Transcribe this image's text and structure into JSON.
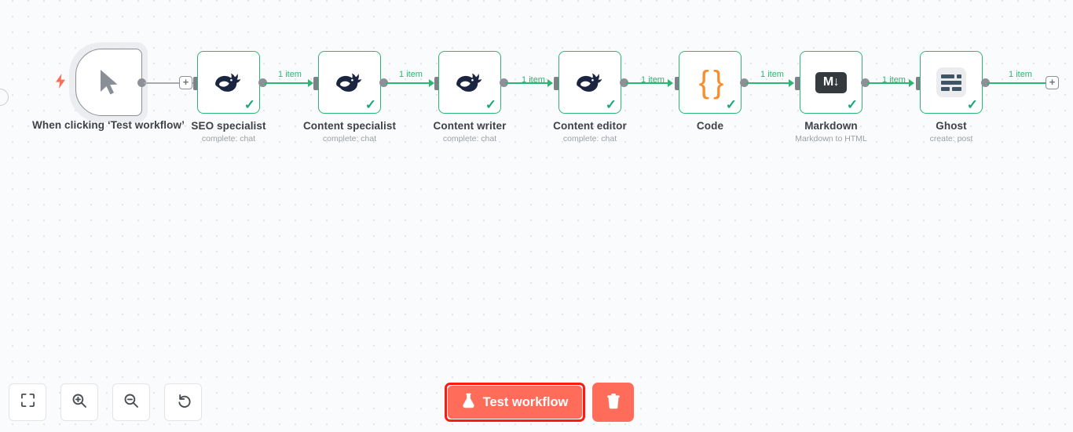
{
  "canvas": {
    "background_color": "#fafbfc",
    "grid_dot_color": "#e4e5e9"
  },
  "colors": {
    "success_green": "#2bb673",
    "accent_coral": "#ff6d5a",
    "highlight_red": "#ff1a0f",
    "code_orange": "#f78d2d",
    "deepseek_navy": "#1b2440",
    "ghost_slate": "#3d5566",
    "connector_gray": "#a6a9af"
  },
  "trigger": {
    "title": "When clicking ‘Test workflow’",
    "icon": "cursor-arrow-icon",
    "badge_icon": "lightning-bolt-icon"
  },
  "nodes": [
    {
      "title": "SEO specialist",
      "subtitle": "complete: chat",
      "icon": "deepseek-whale-icon",
      "status": "success"
    },
    {
      "title": "Content specialist",
      "subtitle": "complete: chat",
      "icon": "deepseek-whale-icon",
      "status": "success"
    },
    {
      "title": "Content writer",
      "subtitle": "complete: chat",
      "icon": "deepseek-whale-icon",
      "status": "success"
    },
    {
      "title": "Content editor",
      "subtitle": "complete: chat",
      "icon": "deepseek-whale-icon",
      "status": "success"
    },
    {
      "title": "Code",
      "subtitle": "",
      "icon": "code-braces-icon",
      "status": "success"
    },
    {
      "title": "Markdown",
      "subtitle": "Markdown to HTML",
      "icon": "markdown-icon",
      "status": "success"
    },
    {
      "title": "Ghost",
      "subtitle": "create: post",
      "icon": "ghost-post-icon",
      "status": "success"
    }
  ],
  "connections": {
    "item_label": "1 item",
    "labels": [
      "1 item",
      "1 item",
      "1 item",
      "1 item",
      "1 item",
      "1 item",
      "1 item"
    ]
  },
  "add_buttons": {
    "label": "+"
  },
  "toolbar": [
    {
      "name": "fit-to-view-button",
      "icon": "fit-screen-icon"
    },
    {
      "name": "zoom-in-button",
      "icon": "zoom-in-icon"
    },
    {
      "name": "zoom-out-button",
      "icon": "zoom-out-icon"
    },
    {
      "name": "reset-zoom-button",
      "icon": "undo-arrow-icon"
    }
  ],
  "actions": {
    "run_label": "Test workflow",
    "run_icon": "flask-icon",
    "delete_icon": "trash-icon"
  }
}
